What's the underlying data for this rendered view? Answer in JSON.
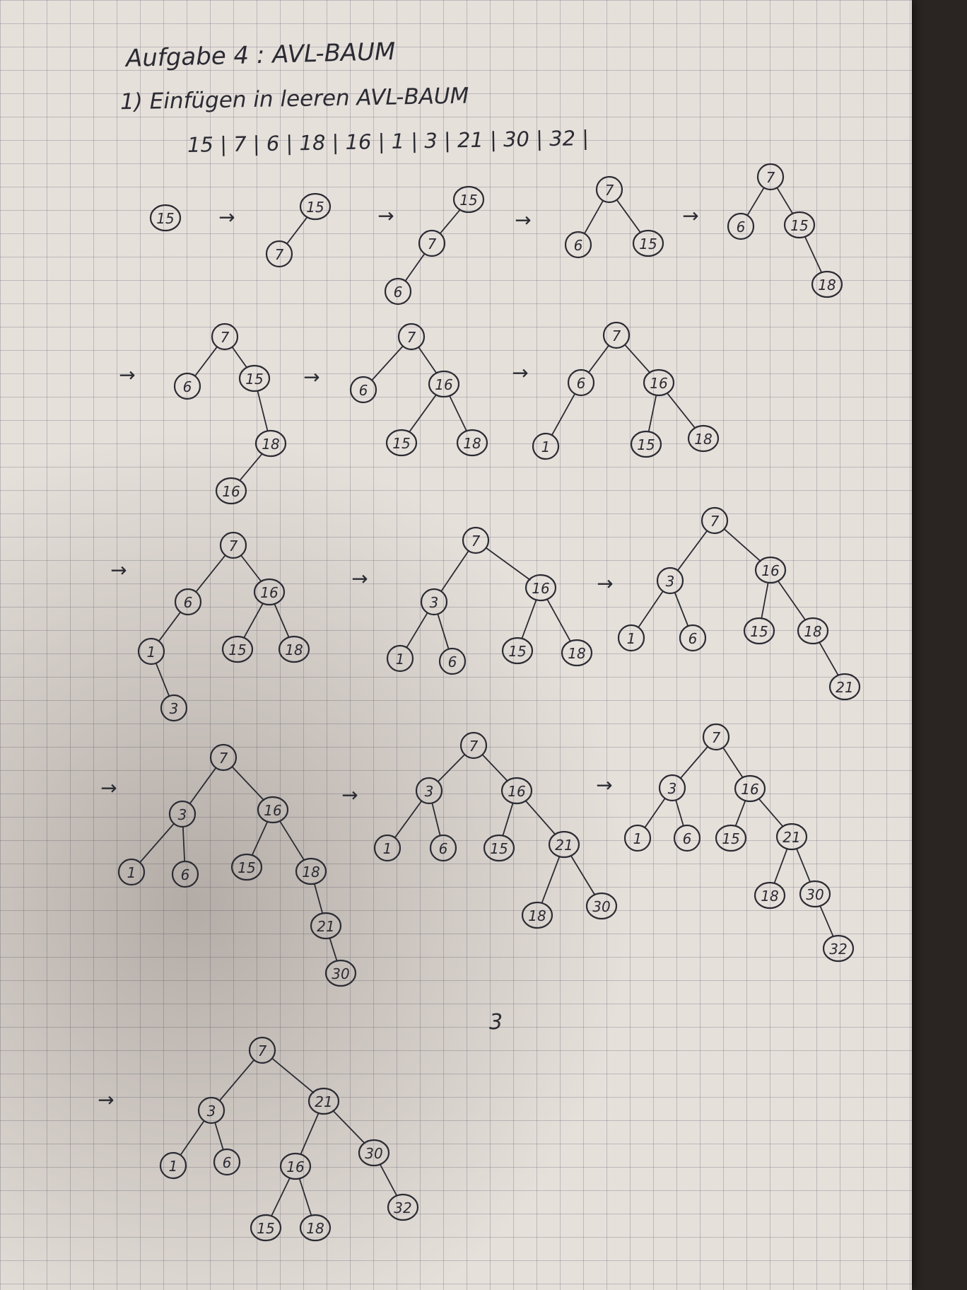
{
  "page": {
    "title": "Aufgabe 4 : AVL-BAUM",
    "task": "1) Einfügen in leeren AVL-BAUM",
    "sequence": "15 | 7 | 6 | 18 | 16 | 1 | 3 | 21 | 30 | 32 |",
    "margin_mark": "3"
  },
  "diagram": {
    "arrow_label": "→",
    "steps": [
      {
        "id": 1,
        "nodes": [
          {
            "id": "a",
            "label": "15"
          }
        ],
        "edges": []
      },
      {
        "id": 2,
        "nodes": [
          {
            "id": "a",
            "label": "15"
          },
          {
            "id": "b",
            "label": "7"
          }
        ],
        "edges": [
          [
            "a",
            "b"
          ]
        ]
      },
      {
        "id": 3,
        "nodes": [
          {
            "id": "a",
            "label": "15"
          },
          {
            "id": "b",
            "label": "7"
          },
          {
            "id": "c",
            "label": "6"
          }
        ],
        "edges": [
          [
            "a",
            "b"
          ],
          [
            "b",
            "c"
          ]
        ]
      },
      {
        "id": 4,
        "nodes": [
          {
            "id": "a",
            "label": "7"
          },
          {
            "id": "b",
            "label": "6"
          },
          {
            "id": "c",
            "label": "15"
          }
        ],
        "edges": [
          [
            "a",
            "b"
          ],
          [
            "a",
            "c"
          ]
        ]
      },
      {
        "id": 5,
        "nodes": [
          {
            "id": "a",
            "label": "7"
          },
          {
            "id": "b",
            "label": "6"
          },
          {
            "id": "c",
            "label": "15"
          },
          {
            "id": "d",
            "label": "18"
          }
        ],
        "edges": [
          [
            "a",
            "b"
          ],
          [
            "a",
            "c"
          ],
          [
            "c",
            "d"
          ]
        ]
      },
      {
        "id": 6,
        "nodes": [
          {
            "id": "a",
            "label": "7"
          },
          {
            "id": "b",
            "label": "6"
          },
          {
            "id": "c",
            "label": "15"
          },
          {
            "id": "d",
            "label": "18"
          },
          {
            "id": "e",
            "label": "16"
          }
        ],
        "edges": [
          [
            "a",
            "b"
          ],
          [
            "a",
            "c"
          ],
          [
            "c",
            "d"
          ],
          [
            "d",
            "e"
          ]
        ]
      },
      {
        "id": 7,
        "nodes": [
          {
            "id": "a",
            "label": "7"
          },
          {
            "id": "b",
            "label": "6"
          },
          {
            "id": "c",
            "label": "16"
          },
          {
            "id": "d",
            "label": "15"
          },
          {
            "id": "e",
            "label": "18"
          }
        ],
        "edges": [
          [
            "a",
            "b"
          ],
          [
            "a",
            "c"
          ],
          [
            "c",
            "d"
          ],
          [
            "c",
            "e"
          ]
        ]
      },
      {
        "id": 8,
        "nodes": [
          {
            "id": "a",
            "label": "7"
          },
          {
            "id": "b",
            "label": "6"
          },
          {
            "id": "c",
            "label": "16"
          },
          {
            "id": "d",
            "label": "1"
          },
          {
            "id": "e",
            "label": "15"
          },
          {
            "id": "f",
            "label": "18"
          }
        ],
        "edges": [
          [
            "a",
            "b"
          ],
          [
            "a",
            "c"
          ],
          [
            "b",
            "d"
          ],
          [
            "c",
            "e"
          ],
          [
            "c",
            "f"
          ]
        ]
      },
      {
        "id": 9,
        "nodes": [
          {
            "id": "a",
            "label": "7"
          },
          {
            "id": "b",
            "label": "6"
          },
          {
            "id": "c",
            "label": "16"
          },
          {
            "id": "d",
            "label": "1"
          },
          {
            "id": "e",
            "label": "3"
          },
          {
            "id": "f",
            "label": "15"
          },
          {
            "id": "g",
            "label": "18"
          }
        ],
        "edges": [
          [
            "a",
            "b"
          ],
          [
            "a",
            "c"
          ],
          [
            "b",
            "d"
          ],
          [
            "d",
            "e"
          ],
          [
            "c",
            "f"
          ],
          [
            "c",
            "g"
          ]
        ]
      },
      {
        "id": 10,
        "nodes": [
          {
            "id": "a",
            "label": "7"
          },
          {
            "id": "b",
            "label": "3"
          },
          {
            "id": "c",
            "label": "16"
          },
          {
            "id": "d",
            "label": "1"
          },
          {
            "id": "e",
            "label": "6"
          },
          {
            "id": "f",
            "label": "15"
          },
          {
            "id": "g",
            "label": "18"
          }
        ],
        "edges": [
          [
            "a",
            "b"
          ],
          [
            "a",
            "c"
          ],
          [
            "b",
            "d"
          ],
          [
            "b",
            "e"
          ],
          [
            "c",
            "f"
          ],
          [
            "c",
            "g"
          ]
        ]
      },
      {
        "id": 11,
        "nodes": [
          {
            "id": "a",
            "label": "7"
          },
          {
            "id": "b",
            "label": "3"
          },
          {
            "id": "c",
            "label": "16"
          },
          {
            "id": "d",
            "label": "1"
          },
          {
            "id": "e",
            "label": "6"
          },
          {
            "id": "f",
            "label": "15"
          },
          {
            "id": "g",
            "label": "18"
          },
          {
            "id": "h",
            "label": "21"
          }
        ],
        "edges": [
          [
            "a",
            "b"
          ],
          [
            "a",
            "c"
          ],
          [
            "b",
            "d"
          ],
          [
            "b",
            "e"
          ],
          [
            "c",
            "f"
          ],
          [
            "c",
            "g"
          ],
          [
            "g",
            "h"
          ]
        ]
      },
      {
        "id": 12,
        "nodes": [
          {
            "id": "a",
            "label": "7"
          },
          {
            "id": "b",
            "label": "3"
          },
          {
            "id": "c",
            "label": "16"
          },
          {
            "id": "d",
            "label": "1"
          },
          {
            "id": "e",
            "label": "6"
          },
          {
            "id": "f",
            "label": "15"
          },
          {
            "id": "g",
            "label": "18"
          },
          {
            "id": "h",
            "label": "21"
          },
          {
            "id": "i",
            "label": "30"
          }
        ],
        "edges": [
          [
            "a",
            "b"
          ],
          [
            "a",
            "c"
          ],
          [
            "b",
            "d"
          ],
          [
            "b",
            "e"
          ],
          [
            "c",
            "f"
          ],
          [
            "c",
            "g"
          ],
          [
            "g",
            "h"
          ],
          [
            "h",
            "i"
          ]
        ]
      },
      {
        "id": 13,
        "nodes": [
          {
            "id": "a",
            "label": "7"
          },
          {
            "id": "b",
            "label": "3"
          },
          {
            "id": "c",
            "label": "16"
          },
          {
            "id": "d",
            "label": "1"
          },
          {
            "id": "e",
            "label": "6"
          },
          {
            "id": "f",
            "label": "15"
          },
          {
            "id": "g",
            "label": "21"
          },
          {
            "id": "h",
            "label": "18"
          },
          {
            "id": "i",
            "label": "30"
          }
        ],
        "edges": [
          [
            "a",
            "b"
          ],
          [
            "a",
            "c"
          ],
          [
            "b",
            "d"
          ],
          [
            "b",
            "e"
          ],
          [
            "c",
            "f"
          ],
          [
            "c",
            "g"
          ],
          [
            "g",
            "h"
          ],
          [
            "g",
            "i"
          ]
        ]
      },
      {
        "id": 14,
        "nodes": [
          {
            "id": "a",
            "label": "7"
          },
          {
            "id": "b",
            "label": "3"
          },
          {
            "id": "c",
            "label": "16"
          },
          {
            "id": "d",
            "label": "1"
          },
          {
            "id": "e",
            "label": "6"
          },
          {
            "id": "f",
            "label": "15"
          },
          {
            "id": "g",
            "label": "21"
          },
          {
            "id": "h",
            "label": "18"
          },
          {
            "id": "i",
            "label": "30"
          },
          {
            "id": "j",
            "label": "32"
          }
        ],
        "edges": [
          [
            "a",
            "b"
          ],
          [
            "a",
            "c"
          ],
          [
            "b",
            "d"
          ],
          [
            "b",
            "e"
          ],
          [
            "c",
            "f"
          ],
          [
            "c",
            "g"
          ],
          [
            "g",
            "h"
          ],
          [
            "g",
            "i"
          ],
          [
            "i",
            "j"
          ]
        ]
      },
      {
        "id": 15,
        "nodes": [
          {
            "id": "a",
            "label": "7"
          },
          {
            "id": "b",
            "label": "3"
          },
          {
            "id": "c",
            "label": "21"
          },
          {
            "id": "d",
            "label": "1"
          },
          {
            "id": "e",
            "label": "6"
          },
          {
            "id": "f",
            "label": "16"
          },
          {
            "id": "g",
            "label": "30"
          },
          {
            "id": "h",
            "label": "15"
          },
          {
            "id": "i",
            "label": "18"
          },
          {
            "id": "j",
            "label": "32"
          }
        ],
        "edges": [
          [
            "a",
            "b"
          ],
          [
            "a",
            "c"
          ],
          [
            "b",
            "d"
          ],
          [
            "b",
            "e"
          ],
          [
            "c",
            "f"
          ],
          [
            "c",
            "g"
          ],
          [
            "f",
            "h"
          ],
          [
            "f",
            "i"
          ],
          [
            "g",
            "j"
          ]
        ]
      }
    ]
  }
}
